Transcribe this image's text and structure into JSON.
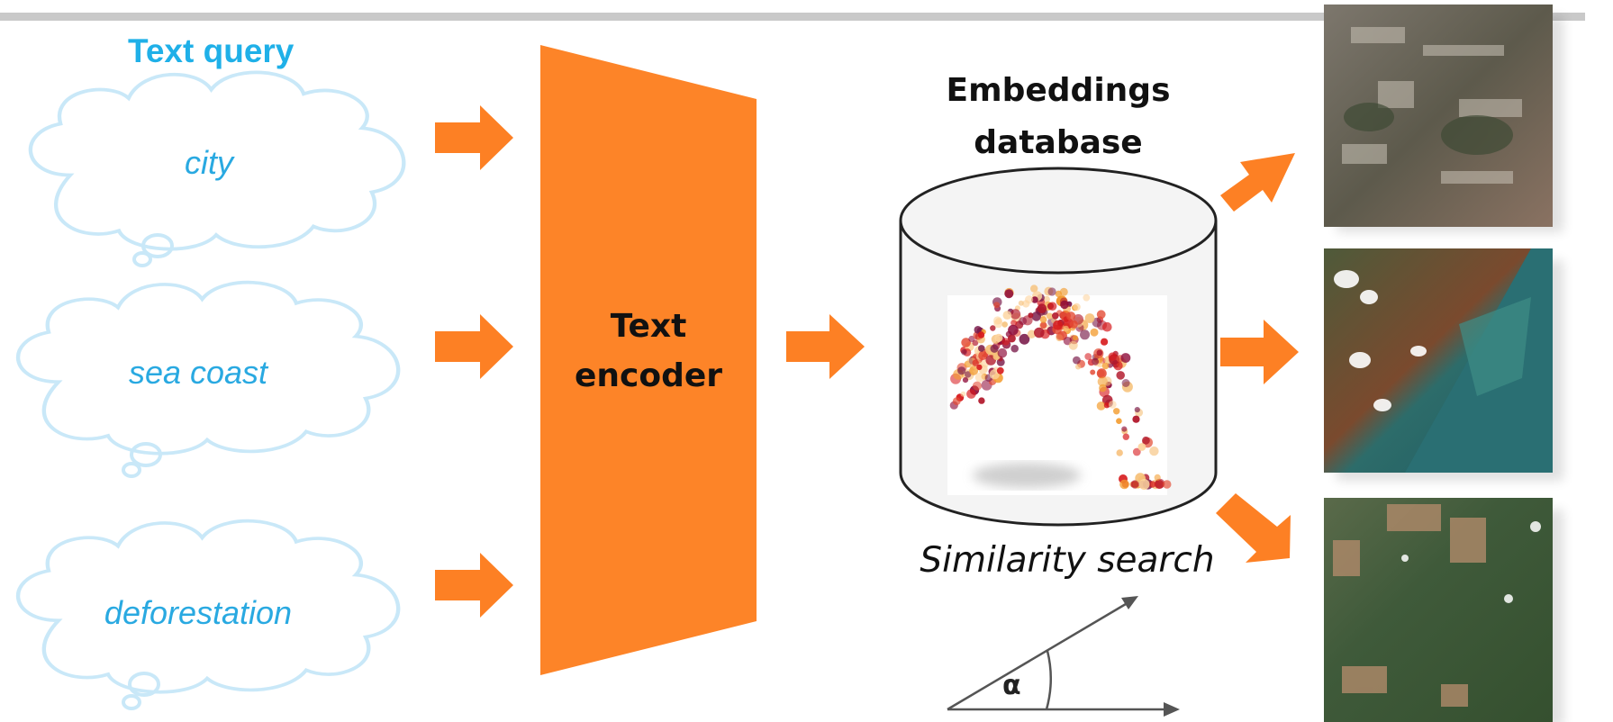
{
  "query": {
    "title": "Text query",
    "items": [
      {
        "label": "city"
      },
      {
        "label": "sea coast"
      },
      {
        "label": "deforestation"
      }
    ]
  },
  "encoder": {
    "line1": "Text",
    "line2": "encoder"
  },
  "database": {
    "line1": "Embeddings",
    "line2": "database"
  },
  "similarity": {
    "label": "Similarity search",
    "angle_symbol": "α"
  },
  "colors": {
    "accent_blue": "#1fb0e8",
    "cloud_stroke": "#c9e8f8",
    "arrow_orange": "#fd8024",
    "encoder_orange": "#fd8428"
  },
  "results": [
    {
      "icon": "satellite-city-image"
    },
    {
      "icon": "satellite-coast-image"
    },
    {
      "icon": "satellite-deforestation-image"
    }
  ]
}
